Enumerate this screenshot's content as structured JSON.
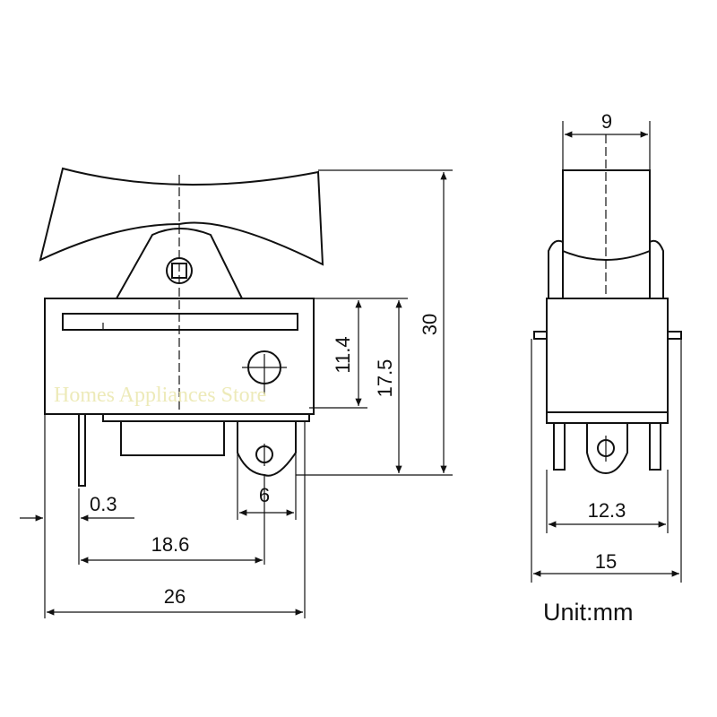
{
  "dimensions": {
    "width_9": "9",
    "height_30": "30",
    "height_17_5": "17.5",
    "height_11_4": "11.4",
    "tab_6": "6",
    "offset_0_3": "0.3",
    "length_18_6": "18.6",
    "length_26": "26",
    "width_12_3": "12.3",
    "width_15": "15"
  },
  "unit_label": "Unit:mm",
  "watermark": "Homes Appliances Store",
  "colors": {
    "line": "#111111",
    "watermark": "#e9e6a8"
  }
}
